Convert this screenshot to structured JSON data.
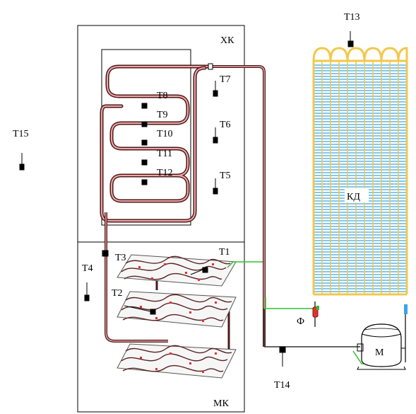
{
  "compartments": {
    "fridge": "ХК",
    "freezer": "МК",
    "condenser": "КД",
    "filter": "Ф",
    "compressor": "М"
  },
  "sensors": {
    "t1": "T1",
    "t2": "T2",
    "t3": "T3",
    "t4": "T4",
    "t5": "T5",
    "t6": "T6",
    "t7": "T7",
    "t8": "T8",
    "t9": "T9",
    "t10": "T10",
    "t11": "T11",
    "t12": "T12",
    "t13": "T13",
    "t14": "T14",
    "t15": "T15"
  },
  "colors": {
    "tube_dark": "#4a1a1a",
    "tube_light": "#f2a6a6",
    "condenser_tube": "#3aa6e6",
    "condenser_frame": "#f2c84b",
    "green_line": "#2fc02f",
    "sensor": "#000000"
  }
}
